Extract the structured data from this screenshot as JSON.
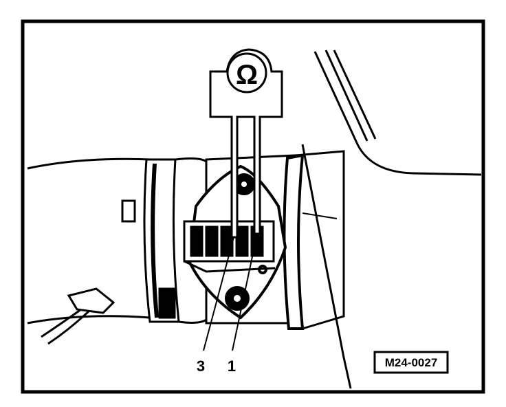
{
  "meter": {
    "symbol": "Ω",
    "icon": "ohmmeter-icon"
  },
  "callouts": [
    {
      "id": "pin-3",
      "text": "3"
    },
    {
      "id": "pin-1",
      "text": "1"
    }
  ],
  "figure_ref": "M24-0027",
  "colors": {
    "ink": "#000000",
    "paper": "#ffffff"
  }
}
